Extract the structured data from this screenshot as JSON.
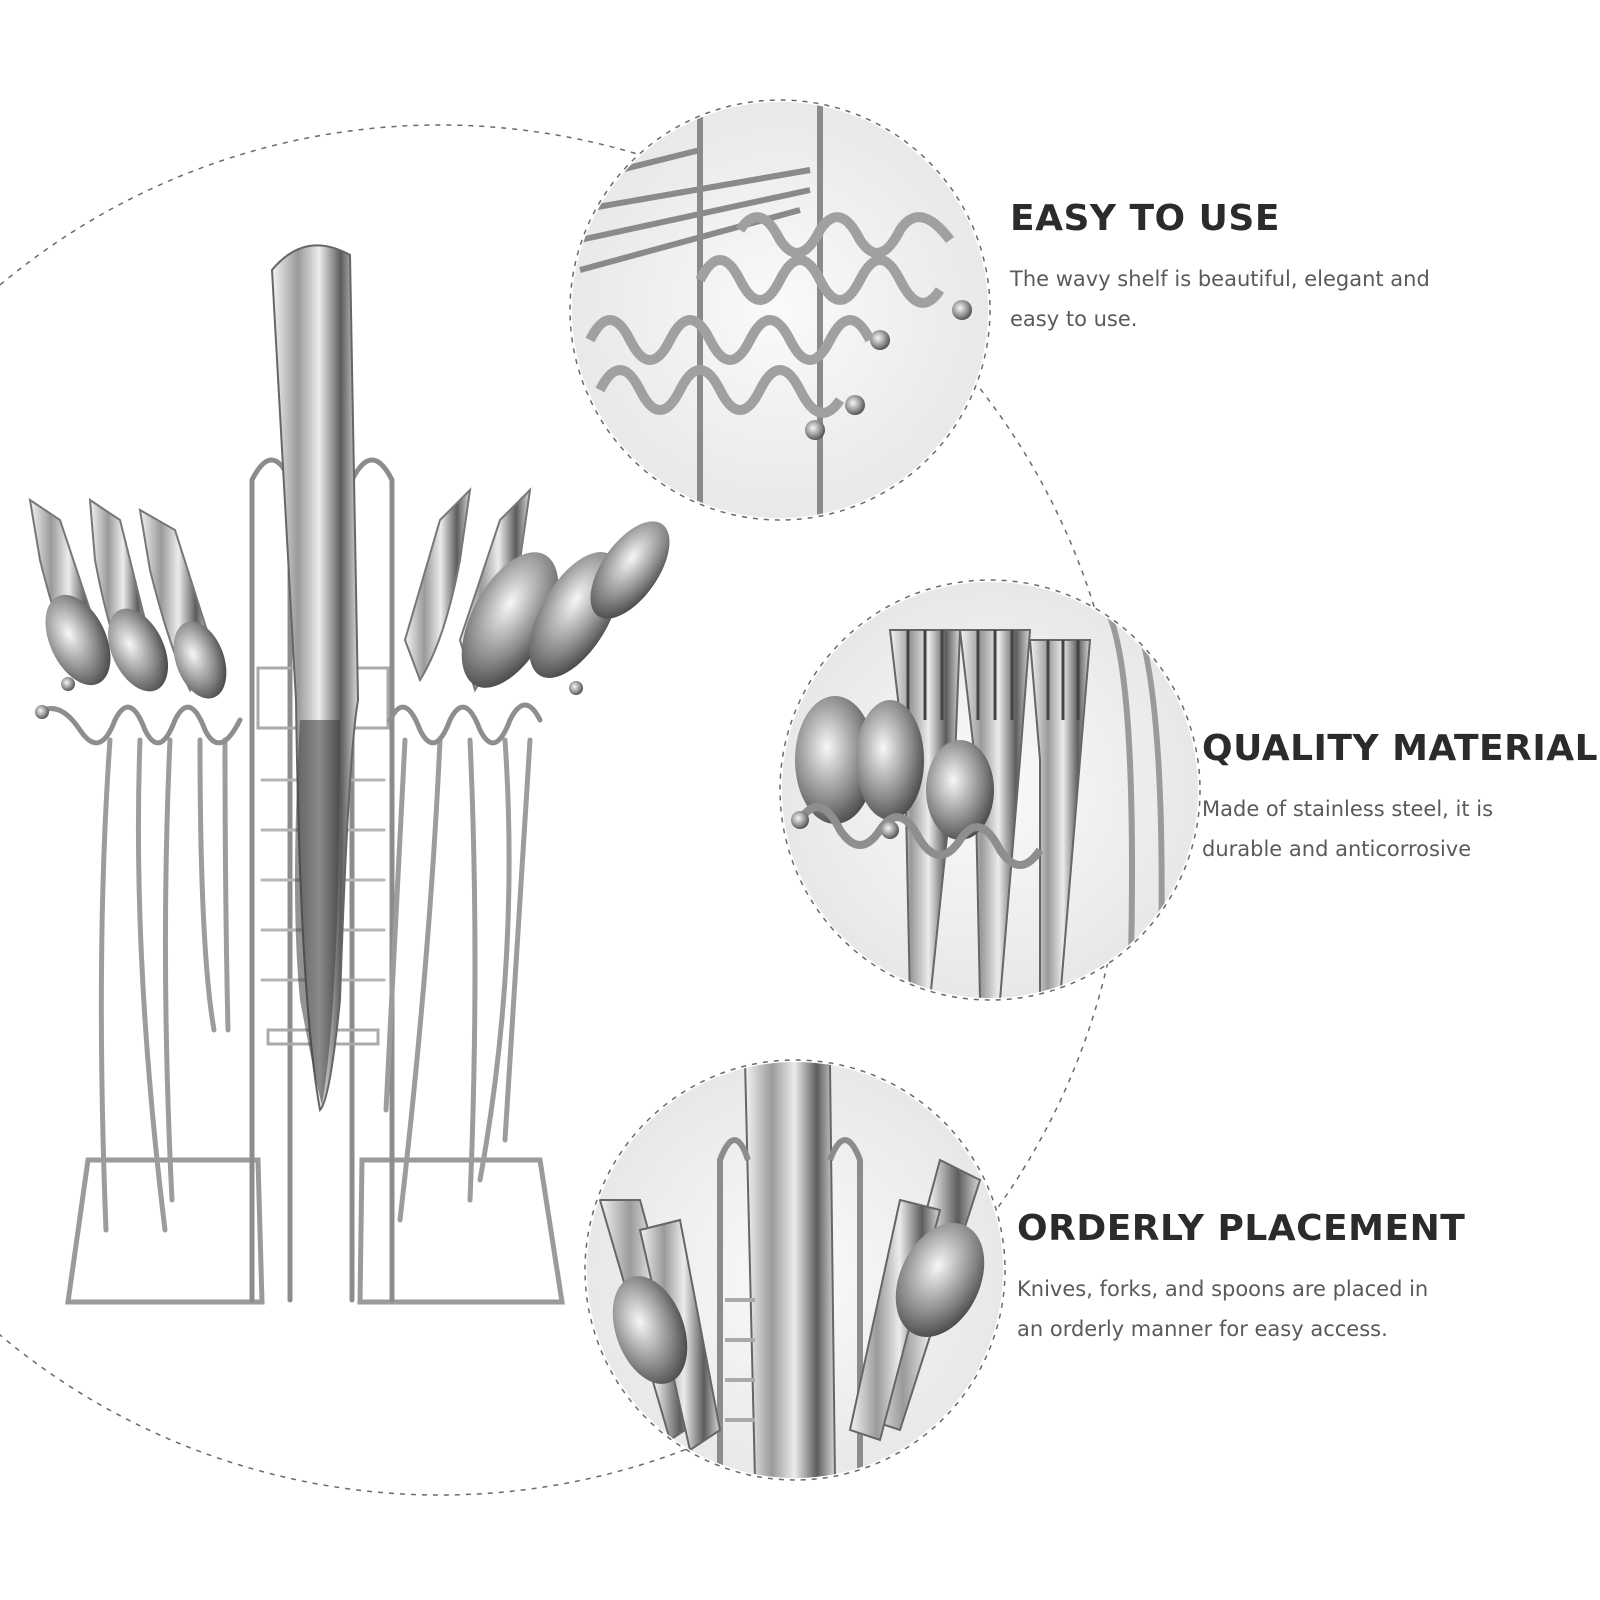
{
  "features": [
    {
      "title": "EASY TO USE",
      "description": "The wavy shelf is beautiful, elegant and easy to use."
    },
    {
      "title": "QUALITY MATERIAL",
      "description": "Made of stainless steel, it is durable and anticorrosive"
    },
    {
      "title": "ORDERLY PLACEMENT",
      "description": "Knives, forks, and spoons are placed in an orderly manner for easy access."
    }
  ],
  "colors": {
    "background": "#ffffff",
    "heading": "#2b2b2b",
    "body_text": "#5a5a5a",
    "dashed_line": "#6a6a6a",
    "chrome_light": "#e6e6e6",
    "chrome_dark": "#555555"
  },
  "images": {
    "main": "stainless-steel-cutlery-rack-with-utensils",
    "detail_1": "wavy-shelf-closeup",
    "detail_2": "forks-and-spoons-closeup",
    "detail_3": "knife-holder-closeup"
  }
}
